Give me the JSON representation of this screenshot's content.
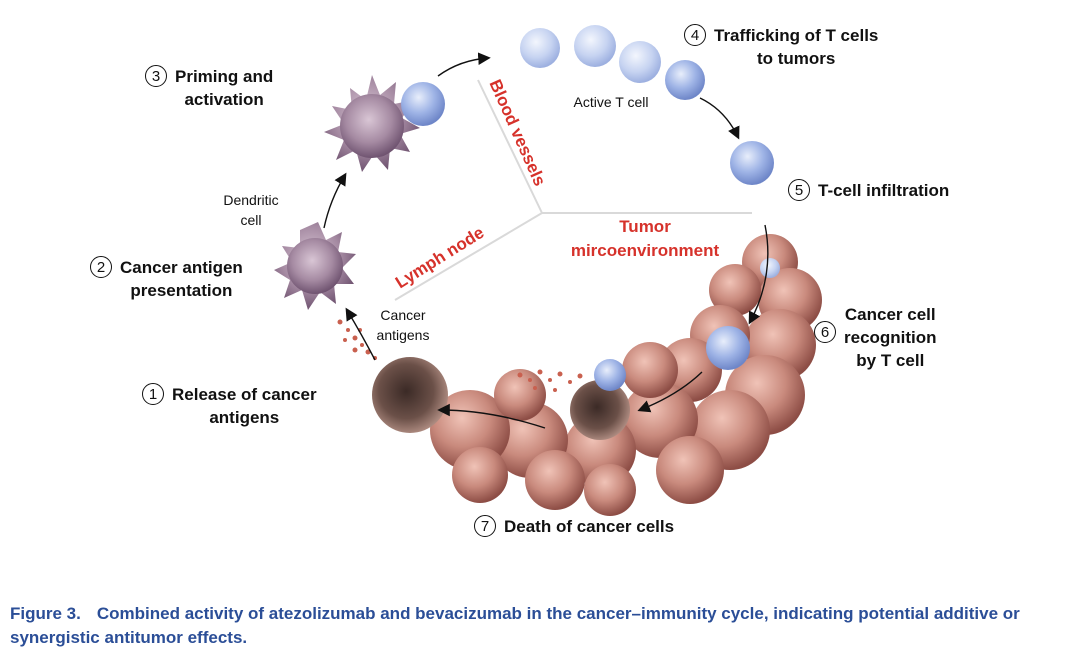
{
  "steps": [
    {
      "num": "1",
      "label": "Release of cancer\nantigens"
    },
    {
      "num": "2",
      "label": "Cancer antigen\npresentation"
    },
    {
      "num": "3",
      "label": "Priming and\nactivation"
    },
    {
      "num": "4",
      "label": "Trafficking of T cells\nto tumors"
    },
    {
      "num": "5",
      "label": "T-cell infiltration"
    },
    {
      "num": "6",
      "label": "Cancer cell\nrecognition\nby T cell"
    },
    {
      "num": "7",
      "label": "Death of cancer cells"
    }
  ],
  "labels": {
    "dendritic_cell": "Dendritic\ncell",
    "cancer_antigens": "Cancer\nantigens",
    "active_t_cell": "Active T cell"
  },
  "regions": {
    "blood_vessels": "Blood vessels",
    "lymph_node": "Lymph node",
    "tumor_microenvironment": "Tumor\nmircoenvironment"
  },
  "caption": {
    "figure_label": "Figure 3.",
    "text": "Combined activity of atezolizumab and bevacizumab in the cancer–immunity cycle, indicating potential additive or synergistic antitumor effects."
  },
  "colors": {
    "region_text": "#d6322b",
    "caption_text": "#2b4e97",
    "t_cell": "#7f9ad8",
    "dendritic_cell": "#9a7493",
    "tumor_cell": "#b56f64"
  }
}
